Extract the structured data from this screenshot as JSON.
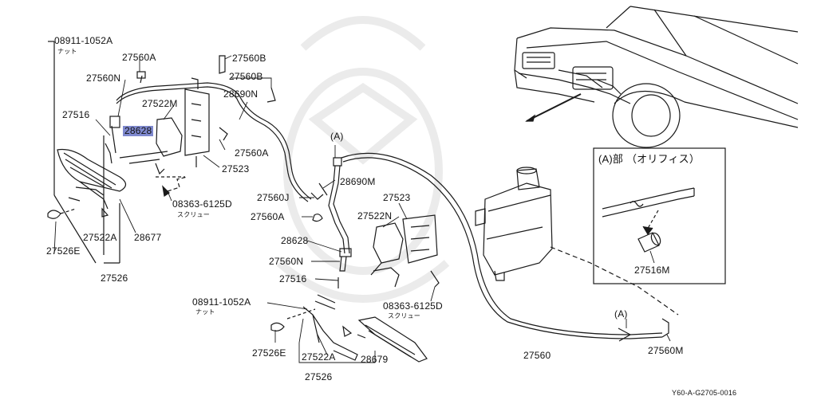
{
  "diagram_code": "Y60-A-G2705-0016",
  "labels": {
    "nut_top": "08911-1052A",
    "nut_top_sub": "ナット",
    "c27560A_top": "27560A",
    "c27560B": "27560B",
    "c27560B_2": "27560B",
    "c27560N_top": "27560N",
    "c27522M": "27522M",
    "c28690N": "28690N",
    "c27516_top": "27516",
    "c28628_top": "28628",
    "c27560A_mid": "27560A",
    "c27523_top": "27523",
    "screw_top": "08363-6125D",
    "screw_top_sub": "スクリュー",
    "c27522A_left": "27522A",
    "c28677": "28677",
    "c27526E_left": "27526E",
    "c27526_left": "27526",
    "a_top": "(A)",
    "c28690M": "28690M",
    "c27560J": "27560J",
    "c27523_mid": "27523",
    "c27560A_low": "27560A",
    "c27522N": "27522N",
    "c28628_low": "28628",
    "c27560N_low": "27560N",
    "c27516_low": "27516",
    "screw_low": "08363-6125D",
    "screw_low_sub": "スクリュー",
    "nut_low": "08911-1052A",
    "nut_low_sub": "ナット",
    "c27526E_low": "27526E",
    "c27522A_low": "27522A",
    "c28679": "28679",
    "c27526_low": "27526",
    "c27560": "27560",
    "a_low": "(A)",
    "c27560M": "27560M",
    "c27516M": "27516M"
  },
  "inset": {
    "title": "(A)部 （オリフィス）"
  },
  "colors": {
    "line": "#1a1a1a",
    "highlight": "#7f89cf",
    "watermark": "#e9e9e9"
  }
}
